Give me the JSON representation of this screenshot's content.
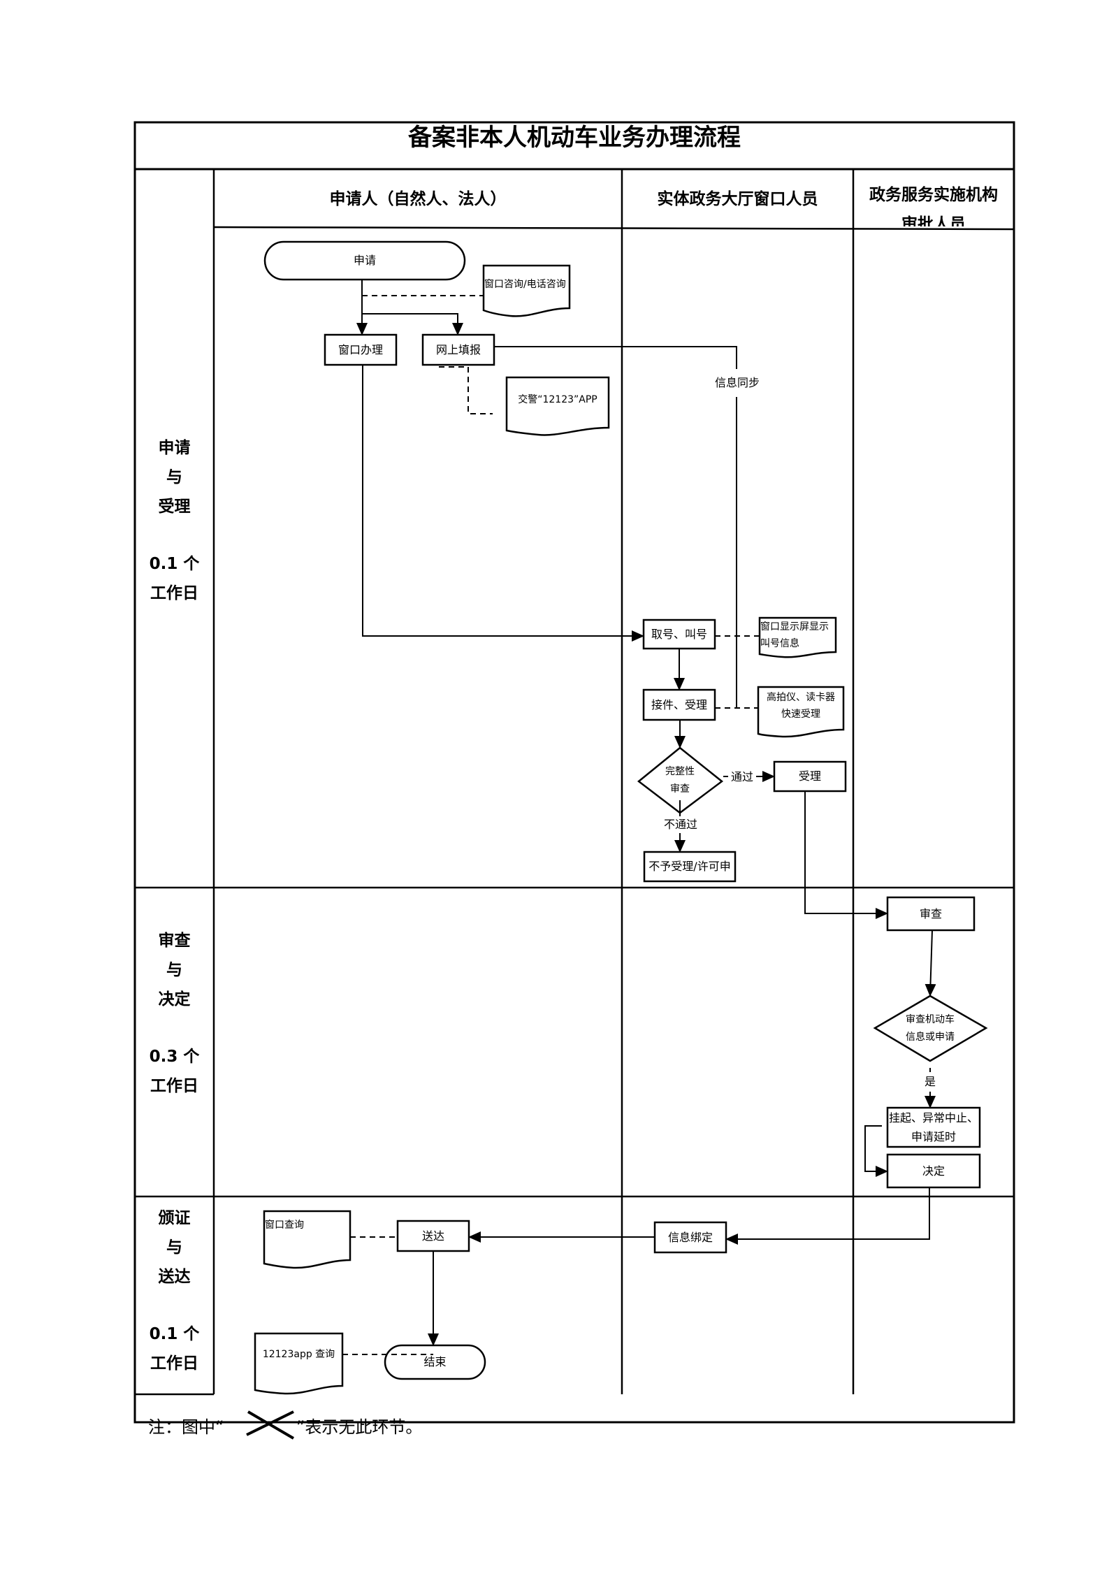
{
  "title": "备案非本人机动车业务办理流程",
  "lanes": [
    {
      "label": "申请人（自然人、法人）"
    },
    {
      "label": "实体政务大厅窗口人员"
    },
    {
      "label": "政务服务实施机构\n审批人员"
    }
  ],
  "phases": [
    {
      "name": "申请\n与\n受理",
      "duration": "0.1 个\n工作日"
    },
    {
      "name": "审查\n与\n决定",
      "duration": "0.3 个\n工作日"
    },
    {
      "name": "颁证\n与\n送达",
      "duration": "0.1 个\n工作日"
    }
  ],
  "nodes": {
    "apply": "申请",
    "consult_doc": "窗口咨询/电话咨询",
    "window_handle": "窗口办理",
    "online_fill": "网上填报",
    "app_doc": "交警“12123”APP",
    "info_sync": "信息同步",
    "take_number": "取号、叫号",
    "screen_doc": "窗口显示屏显示叫号信息",
    "receive": "接件、受理",
    "scanner_doc": "高拍仪、读卡器\n快速受理",
    "completeness_check": "完整性\n审查",
    "pass_label": "通过",
    "fail_label": "不通过",
    "accept": "受理",
    "reject": "不予受理/许可申",
    "review": "审查",
    "review_decision": "审查机动车\n信息或申请",
    "yes_label": "是",
    "suspend": "挂起、异常中止、\n申请延时",
    "decide": "决定",
    "info_bind": "信息绑定",
    "deliver": "送达",
    "window_query_doc": "窗口查询",
    "app_query_doc": "12123app 查询",
    "end": "结束"
  },
  "note": {
    "prefix": "注：图中“",
    "suffix": "”表示无此环节。",
    "symbol": "cross-icon"
  }
}
